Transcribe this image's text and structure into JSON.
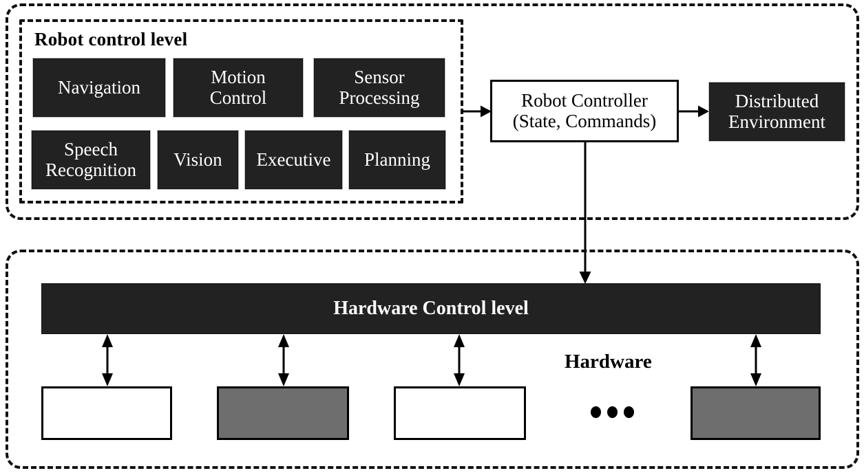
{
  "diagram": {
    "title_top": "Robot control level",
    "title_hardware_bar": "Hardware Control level",
    "label_hardware": "Hardware",
    "ellipsis": "• • •",
    "colors": {
      "dark_block": "#222222",
      "gray_block": "#6e6e6e",
      "white_block": "#ffffff",
      "outline": "#000000",
      "dashed_border": "#111111"
    },
    "robot_control_blocks_row1": [
      {
        "label": "Navigation",
        "style": "dark"
      },
      {
        "label": "Motion\nControl",
        "line1": "Motion",
        "line2": "Control",
        "style": "dark"
      },
      {
        "label": "Sensor\nProcessing",
        "line1": "Sensor",
        "line2": "Processing",
        "style": "dark"
      }
    ],
    "robot_control_blocks_row2": [
      {
        "label": "Speech\nRecognition",
        "line1": "Speech",
        "line2": "Recognition",
        "style": "dark"
      },
      {
        "label": "Vision",
        "style": "dark"
      },
      {
        "label": "Executive",
        "style": "dark"
      },
      {
        "label": "Planning",
        "style": "dark"
      }
    ],
    "robot_controller": {
      "line1": "Robot Controller",
      "line2": "(State, Commands)",
      "style": "white-outlined"
    },
    "distributed_environment": {
      "line1": "Distributed",
      "line2": "Environment",
      "style": "dark"
    },
    "hardware_devices": [
      {
        "label": "",
        "style": "white"
      },
      {
        "label": "",
        "style": "gray"
      },
      {
        "label": "",
        "style": "white"
      },
      {
        "label": "",
        "style": "gray"
      }
    ],
    "connections": [
      {
        "from": "robot-control-level",
        "to": "robot-controller",
        "type": "arrow-right"
      },
      {
        "from": "robot-controller",
        "to": "distributed-environment",
        "type": "arrow-right"
      },
      {
        "from": "robot-controller",
        "to": "hardware-control-level",
        "type": "arrow-down"
      },
      {
        "from": "hardware-control-level",
        "to": "hardware-device-1",
        "type": "arrow-both"
      },
      {
        "from": "hardware-control-level",
        "to": "hardware-device-2",
        "type": "arrow-both"
      },
      {
        "from": "hardware-control-level",
        "to": "hardware-device-3",
        "type": "arrow-both"
      },
      {
        "from": "hardware-control-level",
        "to": "hardware-device-4",
        "type": "arrow-both"
      }
    ]
  }
}
